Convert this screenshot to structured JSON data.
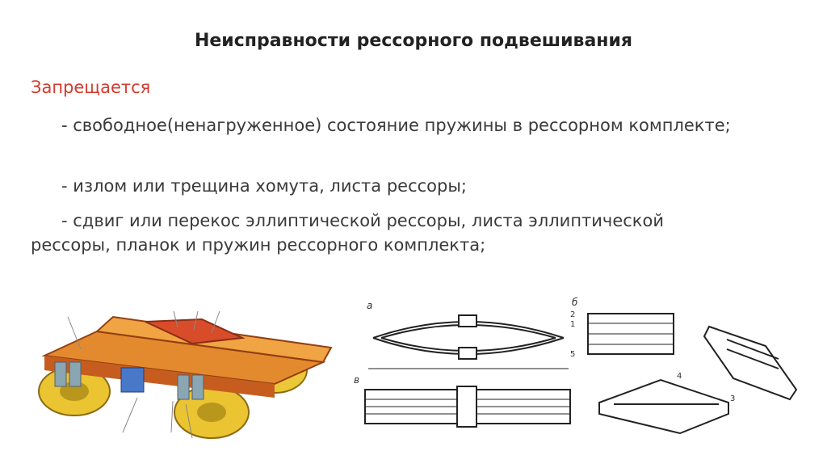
{
  "slide": {
    "title": "Неисправности рессорного подвешивания",
    "subtitle": "Запрещается",
    "items": [
      "- свободное(ненагруженное) состояние пружины в рессорном комплекте;",
      "- излом или трещина хомута, листа рессоры;",
      "- сдвиг или перекос эллиптической рессоры, листа эллиптической рессоры, планок и пружин рессорного комплекта;"
    ]
  },
  "figures": {
    "bogie": "bogie-illustration",
    "spring": "leaf-spring-diagram",
    "labels": {
      "a": "а",
      "b": "б",
      "v": "в",
      "n1": "1",
      "n2": "2",
      "n3": "3",
      "n4": "4",
      "n5": "5"
    }
  }
}
